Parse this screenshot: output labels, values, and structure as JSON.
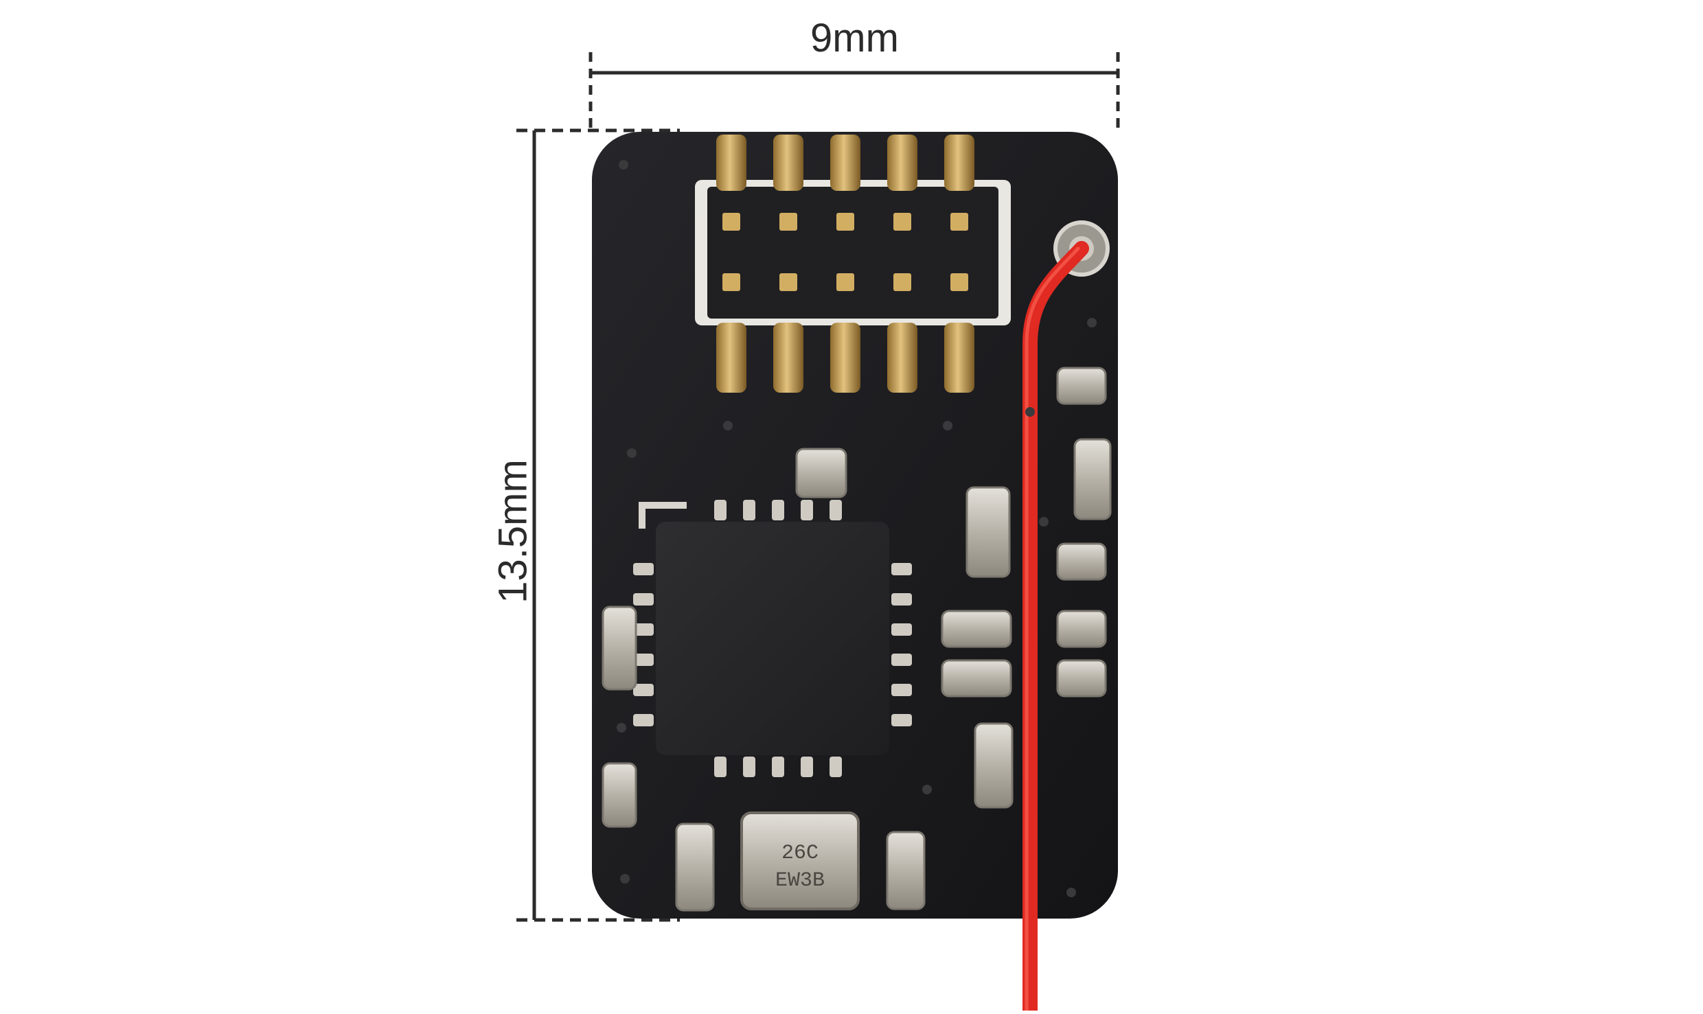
{
  "image": {
    "description_subject": "rc receiver pcb",
    "background_color": "#ffffff",
    "board_color": "#1c1c1e",
    "pad_color": "#c8a25a",
    "component_color": "#b9b5ad",
    "wire_color": "#e02a22"
  },
  "dimensions": {
    "width_label": "9mm",
    "height_label": "13.5mm"
  },
  "crystal": {
    "line1": "26C",
    "line2": "EW3B"
  }
}
